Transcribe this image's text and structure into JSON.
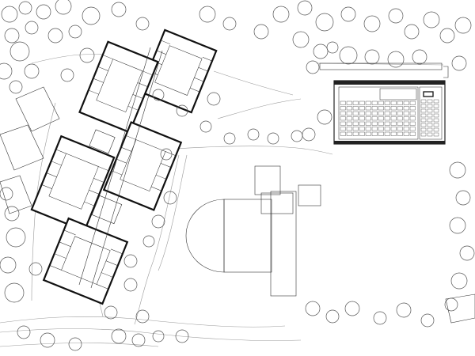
{
  "drawing": {
    "kind": "site plan",
    "text_labels": []
  },
  "elements": [
    "school-complex",
    "courtyard-blocks",
    "sports-hall",
    "playing-field",
    "outline-buildings",
    "trees",
    "paths"
  ],
  "colors": {
    "background": "#ffffff",
    "primary_line": "#111111",
    "secondary_line": "#9a9a9a"
  }
}
